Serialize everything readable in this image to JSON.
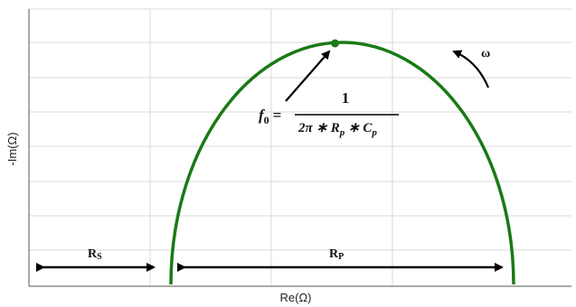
{
  "chart_data": {
    "type": "line",
    "title": "",
    "xlabel": "Re(Ω)",
    "ylabel": "-Im(Ω)",
    "grid": true,
    "series": [
      {
        "name": "",
        "color": "#1a7a16",
        "shape": "semicircle",
        "x_start": 0.0,
        "x_end": 1.0,
        "peak_y": 1.0
      }
    ],
    "peak_point": {
      "x": 0.5,
      "y": 1.0
    },
    "annotations": {
      "rs_label": "R",
      "rs_sub": "S",
      "rp_label": "R",
      "rp_sub": "P",
      "omega": "ω",
      "formula": {
        "lhs": "f",
        "lhs_sub": "0",
        "equals": "=",
        "numerator": "1",
        "denominator": "2π ∗ R",
        "den_sub1": "p",
        "den_mid": " ∗ C",
        "den_sub2": "p"
      }
    }
  }
}
